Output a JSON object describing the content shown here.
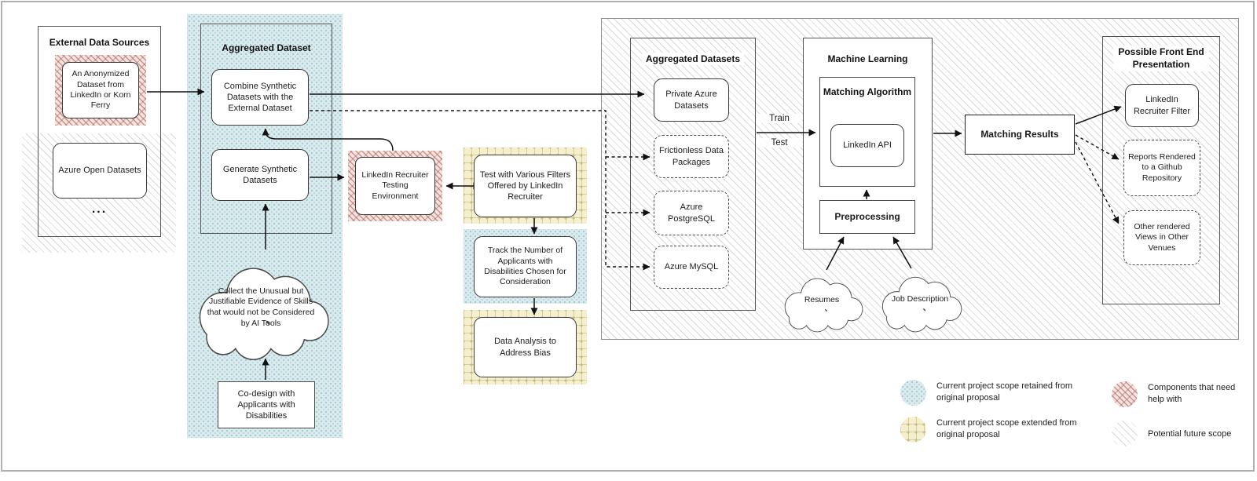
{
  "external_data_sources": {
    "title": "External Data Sources",
    "anonymized_dataset": "An Anonymized Dataset from LinkedIn or Korn Ferry",
    "azure_open_datasets": "Azure Open Datasets",
    "more_indicator": "..."
  },
  "aggregated_dataset": {
    "title": "Aggregated Dataset",
    "combine": "Combine Synthetic Datasets with the External Dataset",
    "generate": "Generate Synthetic Datasets",
    "collect_cloud": "Collect the Unusual but Justifiable Evidence of Skills that would not be Considered by AI Tools",
    "codesign": "Co-design with Applicants with Disabilities"
  },
  "testing_environment": "LinkedIn Recruiter Testing Environment",
  "evaluation": {
    "test_filters": "Test with Various Filters Offered by LinkedIn Recruiter",
    "track_applicants": "Track the Number of Applicants with Disabilities Chosen for Consideration",
    "data_analysis": "Data Analysis to Address Bias"
  },
  "aggregated_datasets": {
    "title": "Aggregated Datasets",
    "private_azure": "Private Azure Datasets",
    "frictionless": "Frictionless Data Packages",
    "azure_postgresql": "Azure PostgreSQL",
    "azure_mysql": "Azure MySQL"
  },
  "flow_labels": {
    "train": "Train",
    "test": "Test"
  },
  "machine_learning": {
    "title": "Machine Learning",
    "matching_algorithm": "Matching Algorithm",
    "linkedin_api": "LinkedIn API",
    "preprocessing": "Preprocessing",
    "resumes": "Resumes",
    "job_description": "Job Description"
  },
  "matching_results": "Matching Results",
  "front_end": {
    "title": "Possible Front End Presentation",
    "linkedin_recruiter_filter": "LinkedIn Recruiter Filter",
    "reports_github": "Reports Rendered to a Github Repository",
    "other_views": "Other rendered Views in Other Venues"
  },
  "legend": {
    "items": [
      {
        "pattern": "blue-dots",
        "label": "Current project scope retained from original proposal"
      },
      {
        "pattern": "yellow-grid",
        "label": "Current project scope extended from original proposal"
      },
      {
        "pattern": "red-crosshatch",
        "label": "Components that need help with"
      },
      {
        "pattern": "gray-diagonal",
        "label": "Potential future scope"
      }
    ]
  },
  "colors": {
    "blue_pattern_bg": "#dcebee",
    "blue_dot": "#a3cad1",
    "yellow_pattern_bg": "#f4f0cf",
    "yellow_line": "#beb26e",
    "red_pattern_bg": "#f4e3df",
    "red_line": "#a4544c",
    "gray_hatch_line": "#d8d8d8",
    "arrow": "#111111",
    "box_border": "#3a3a3a"
  }
}
